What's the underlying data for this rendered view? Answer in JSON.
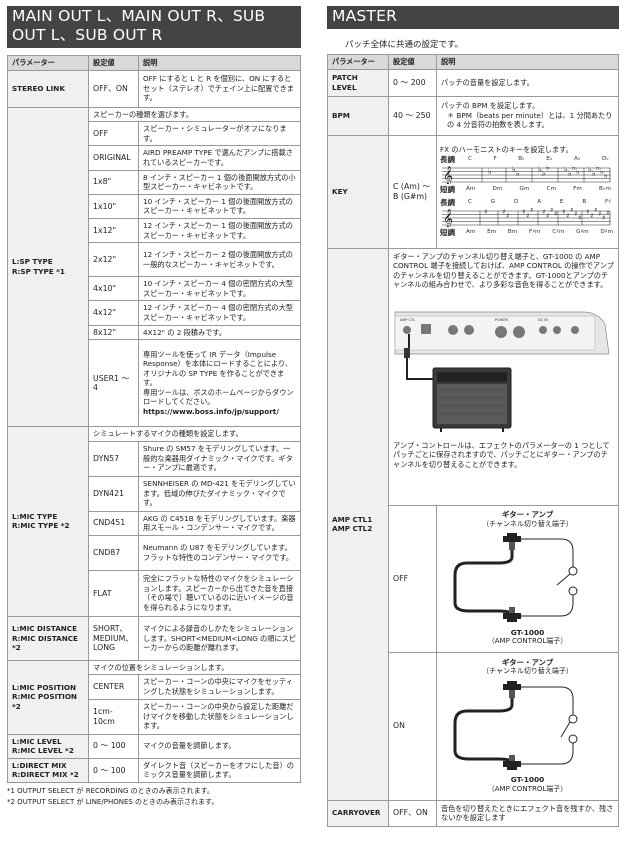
{
  "left": {
    "title_line1": "MAIN OUT L、MAIN OUT R、SUB",
    "title_line2": "OUT L、SUB OUT R",
    "headers": {
      "param": "パラメーター",
      "value": "設定値",
      "desc": "説明"
    },
    "stereo_link": {
      "param": "STEREO LINK",
      "value": "OFF、ON",
      "desc": "OFF にすると L と R を個別に、ON にするとセット（ステレオ）でチェイン上に配置できます。"
    },
    "sp_type": {
      "param1": "L:SP TYPE",
      "param2": "R:SP TYPE *1",
      "intro": "スピーカーの種類を選びます。",
      "rows": [
        {
          "value": "OFF",
          "desc": "スピーカー・シミュレーターがオフになります。"
        },
        {
          "value": "ORIGINAL",
          "desc": "AIRD PREAMP TYPE で選んだアンプに搭載されているスピーカーです。"
        },
        {
          "value": "1x8\"",
          "desc": "8 インチ・スピーカー 1 個の後面開放方式の小型スピーカー・キャビネットです。"
        },
        {
          "value": "1x10\"",
          "desc": "10 インチ・スピーカー 1 個の後面開放方式のスピーカー・キャビネットです。"
        },
        {
          "value": "1x12\"",
          "desc": "12 インチ・スピーカー 1 個の後面開放方式のスピーカー・キャビネットです。"
        },
        {
          "value": "2x12\"",
          "desc": "12 インチ・スピーカー 2 個の後面開放方式の一般的なスピーカー・キャビネットです。"
        },
        {
          "value": "4x10\"",
          "desc": "10 インチ・スピーカー 4 個の密閉方式の大型スピーカー・キャビネットです。"
        },
        {
          "value": "4x12\"",
          "desc": "12 インチ・スピーカー 4 個の密閉方式の大型スピーカー・キャビネットです。"
        },
        {
          "value": "8x12\"",
          "desc": "4X12\" の 2 段積みです。"
        }
      ],
      "user": {
        "value": "USER1 ～ 4",
        "desc1": "専用ツールを使って IR データ（Impulse Response）を本体にロードすることにより、オリジナルの SP TYPE を作ることができます。",
        "desc2": "専用ツールは、ボスのホームページからダウンロードしてください。",
        "url": "https://www.boss.info/jp/support/"
      }
    },
    "mic_type": {
      "param1": "L:MIC TYPE",
      "param2": "R:MIC TYPE *2",
      "intro": "シミュレートするマイクの種類を設定します。",
      "rows": [
        {
          "value": "DYN57",
          "desc": "Shure の SM57 をモデリングしています。一般的な楽器用ダイナミック・マイクです。ギター・アンプに最適です。"
        },
        {
          "value": "DYN421",
          "desc": "SENNHEISER の MD-421 をモデリングしています。低域の伸びたダイナミック・マイクです。"
        },
        {
          "value": "CND451",
          "desc": "AKG の C451B をモデリングしています。楽器用スモール・コンデンサー・マイクです。"
        },
        {
          "value": "CND87",
          "desc": "Neumann の U87 をモデリングしています。フラットな特性のコンデンサー・マイクです。"
        },
        {
          "value": "FLAT",
          "desc": "完全にフラットな特性のマイクをシミュレーションします。スピーカーから出てきた音を直接（その場で）聴いているのに近いイメージの音を得られるようになります。"
        }
      ]
    },
    "mic_distance": {
      "param1": "L:MIC DISTANCE",
      "param2": "R:MIC DISTANCE *2",
      "value": "SHORT、MEDIUM、LONG",
      "desc": "マイクによる録音のしかたをシミュレーションします。SHORT<MEDIUM<LONG の順にスピーカーからの距離が離れます。"
    },
    "mic_position": {
      "param1": "L:MIC POSITION",
      "param2": "R:MIC POSITION *2",
      "intro": "マイクの位置をシミュレーションします。",
      "rows": [
        {
          "value": "CENTER",
          "desc": "スピーカー・コーンの中央にマイクをセッティングした状態をシミュレーションします。"
        },
        {
          "value": "1cm-10cm",
          "desc": "スピーカー・コーンの中央から設定した距離だけマイクを移動した状態をシミュレーションします。"
        }
      ]
    },
    "mic_level": {
      "param1": "L:MIC LEVEL",
      "param2": "R:MIC LEVEL *2",
      "value": "0 ～ 100",
      "desc": "マイクの音量を調節します。"
    },
    "direct_mix": {
      "param1": "L:DIRECT MIX",
      "param2": "R:DIRECT MIX *2",
      "value": "0 ～ 100",
      "desc": "ダイレクト音（スピーカーをオフにした音）のミックス音量を調節します。"
    },
    "footnote1": "*1 OUTPUT SELECT が RECORDING のときのみ表示されます。",
    "footnote2": "*2 OUTPUT SELECT が LINE/PHONES のときのみ表示されます。"
  },
  "right": {
    "title": "MASTER",
    "intro": "パッチ全体に共通の設定です。",
    "headers": {
      "param": "パラメーター",
      "value": "設定値",
      "desc": "説明"
    },
    "patch_level": {
      "param1": "PATCH",
      "param2": "LEVEL",
      "value": "0 ～ 200",
      "desc": "パッチの音量を設定します。"
    },
    "bpm": {
      "param": "BPM",
      "value": "40 ～ 250",
      "desc1": "パッチの BPM を設定します。",
      "desc2": "＊ BPM（beats per minute）とは、1 分間あたりの 4 分音符の拍数を表します。"
    },
    "key": {
      "param": "KEY",
      "value": "C (Am) ～ B (G#m)",
      "desc": "FX のハーモニストのキーを設定します。",
      "major_label": "長調",
      "minor_label": "短調",
      "major1": [
        "C",
        "F",
        "B♭",
        "E♭",
        "A♭",
        "D♭"
      ],
      "minor1": [
        "Am",
        "Dm",
        "Gm",
        "Cm",
        "Fm",
        "B♭m"
      ],
      "major2": [
        "C",
        "G",
        "D",
        "A",
        "E",
        "B",
        "F♯"
      ],
      "minor2": [
        "Am",
        "Em",
        "Bm",
        "F♯m",
        "C♯m",
        "G♯m",
        "D♯m"
      ]
    },
    "amp_ctl": {
      "param1": "AMP CTL1",
      "param2": "AMP CTL2",
      "desc": "ギター・アンプのチャンネル切り替え端子と、GT-1000 の AMP CONTROL 端子を接続しておけば、AMP CONTROL の操作でアンプのチャンネルを切り替えることができます。GT-1000とアンプのチャンネルの組み合わせで、より多彩な音色を得ることができます。",
      "desc2": "アンプ・コントロールは、エフェクトのパラメーターの 1 つとしてパッチごとに保存されますので、パッチごとにギター・アンプのチャンネルを切り替えることができます。",
      "off_value": "OFF",
      "on_value": "ON",
      "amp_label": "ギター・アンプ",
      "amp_sub": "（チャンネル切り替え端子）",
      "gt_label": "GT-1000",
      "gt_sub": "（AMP CONTROL端子）"
    },
    "carryover": {
      "param": "CARRYOVER",
      "value": "OFF、ON",
      "desc": "音色を切り替えたときにエフェクト音を残すか、残さないかを設定します"
    }
  }
}
